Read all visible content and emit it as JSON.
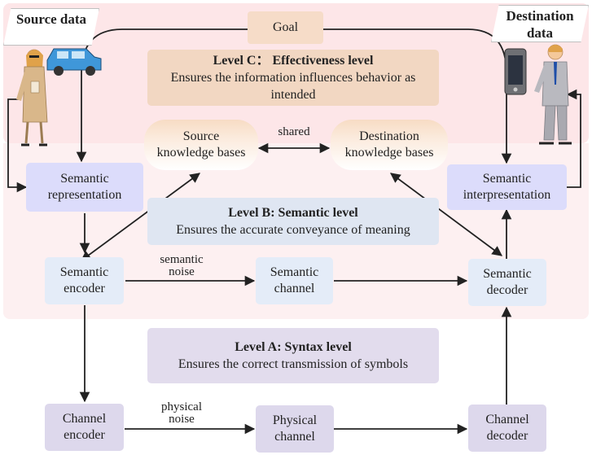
{
  "tags": {
    "source": "Source data",
    "destination": "Destination data"
  },
  "goal": "Goal",
  "level_c": {
    "title": "Level C： Effectiveness level",
    "desc": "Ensures the information influences behavior as intended"
  },
  "level_b": {
    "title": "Level B: Semantic level",
    "desc": "Ensures the accurate conveyance of meaning"
  },
  "level_a": {
    "title": "Level A: Syntax level",
    "desc": "Ensures the correct transmission of symbols"
  },
  "kb": {
    "source": [
      "Source",
      "knowledge bases"
    ],
    "destination": [
      "Destination",
      "knowledge bases"
    ],
    "shared": "shared"
  },
  "nodes": {
    "semantic_representation": [
      "Semantic",
      "representation"
    ],
    "semantic_interpretation": [
      "Semantic",
      "interpresentation"
    ],
    "semantic_encoder": [
      "Semantic",
      "encoder"
    ],
    "semantic_channel": [
      "Semantic",
      "channel"
    ],
    "semantic_decoder": [
      "Semantic",
      "decoder"
    ],
    "channel_encoder": [
      "Channel",
      "encoder"
    ],
    "physical_channel": [
      "Physical",
      "channel"
    ],
    "channel_decoder": [
      "Channel",
      "decoder"
    ]
  },
  "noise": {
    "semantic": [
      "semantic",
      "noise"
    ],
    "physical": [
      "physical",
      "noise"
    ]
  },
  "colors": {
    "rep_box": "#dcdcfb",
    "sem_box": "#e4ecf8",
    "phy_box": "#ddd8ec",
    "level_c": "#f2d7c2",
    "band_c": "#fde6e8"
  }
}
